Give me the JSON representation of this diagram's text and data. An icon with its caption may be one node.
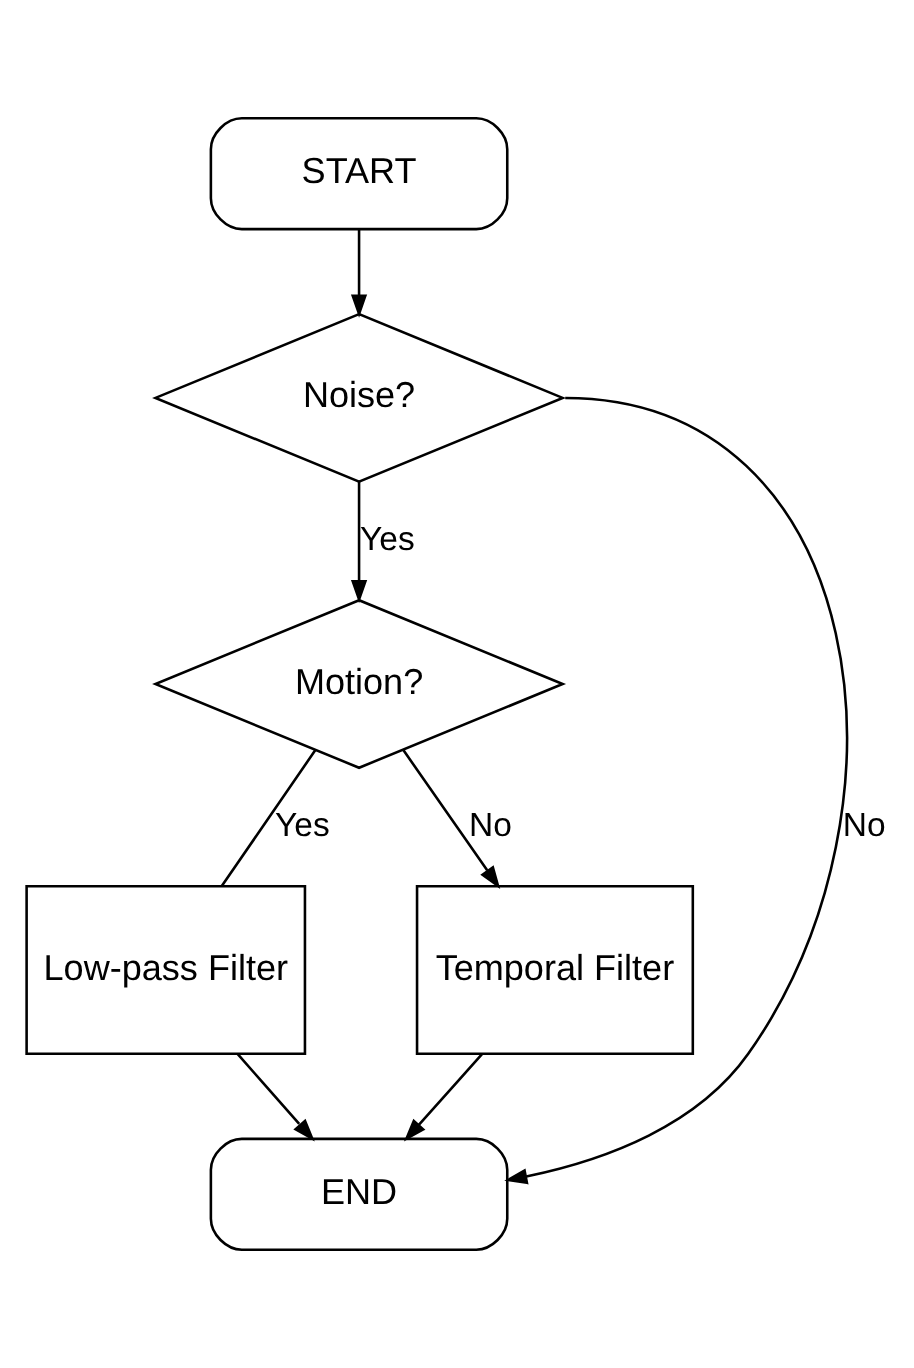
{
  "diagram": {
    "nodes": [
      {
        "text": [
          "START"
        ]
      },
      {
        "text": [
          "Noise?"
        ]
      },
      {
        "text": [
          "Motion?"
        ]
      },
      {
        "text": [
          "Low-pass Filter"
        ]
      },
      {
        "text": [
          "Temporal Filter"
        ]
      },
      {
        "text": [
          "END"
        ]
      }
    ],
    "edges": [
      {
        "from": 0,
        "to": 1,
        "arrow": "to"
      },
      {
        "from": 1,
        "to": 5,
        "arrow": "to",
        "label": "No"
      },
      {
        "from": 1,
        "to": 2,
        "arrow": "to",
        "label": "Yes"
      },
      {
        "from": 2,
        "to": 3,
        "arrow": "none",
        "label": "Yes"
      },
      {
        "from": 2,
        "to": 4,
        "arrow": "to",
        "label": "No"
      },
      {
        "from": 3,
        "to": 5,
        "arrow": "to"
      },
      {
        "from": 4,
        "to": 5,
        "arrow": "to"
      }
    ]
  }
}
